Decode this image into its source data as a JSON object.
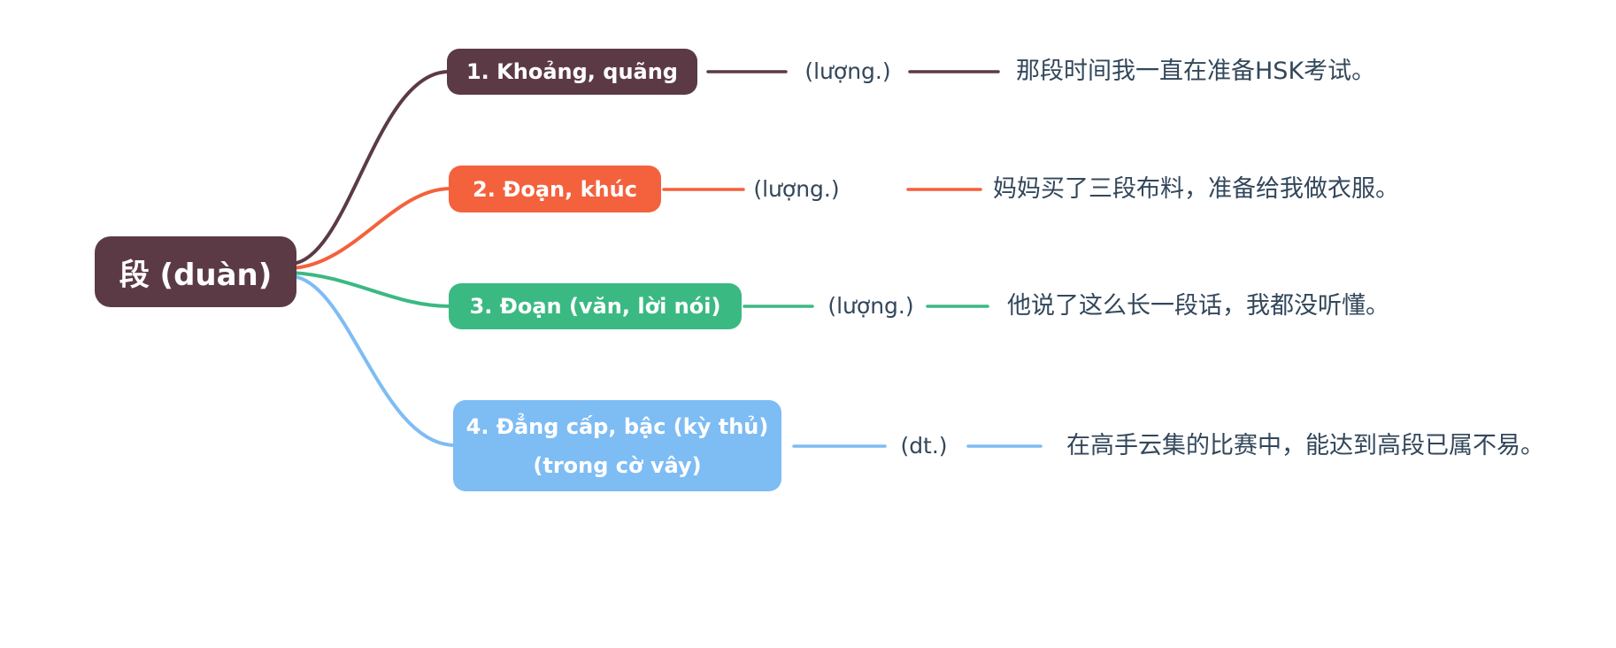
{
  "root": {
    "label": "段 (duàn)"
  },
  "branches": [
    {
      "label": "1. Khoảng, quãng",
      "pos": "(lượng.)",
      "example": "那段时间我一直在准备HSK考试。",
      "color": "#5b3a46"
    },
    {
      "label": "2. Đoạn, khúc",
      "pos": "(lượng.)",
      "example": "妈妈买了三段布料，准备给我做衣服。",
      "color": "#f4613d"
    },
    {
      "label": "3. Đoạn (văn, lời nói)",
      "pos": "(lượng.)",
      "example": "他说了这么长一段话，我都没听懂。",
      "color": "#3bb983"
    },
    {
      "label": "4. Đẳng cấp, bậc (kỳ thủ) (trong cờ vây)",
      "label_lines": [
        "4. Đẳng cấp, bậc (kỳ thủ)",
        "(trong cờ vây)"
      ],
      "pos": "(dt.)",
      "example": "在高手云集的比赛中，能达到高段已属不易。",
      "color": "#7ebcf4"
    }
  ],
  "palette": {
    "root_bg": "#5b3a46",
    "branch1": "#5b3a46",
    "branch2": "#f4613d",
    "branch3": "#3bb983",
    "branch4": "#7ebcf4",
    "node_text": "#ffffff",
    "label_text": "#33475b",
    "background": "#ffffff"
  }
}
